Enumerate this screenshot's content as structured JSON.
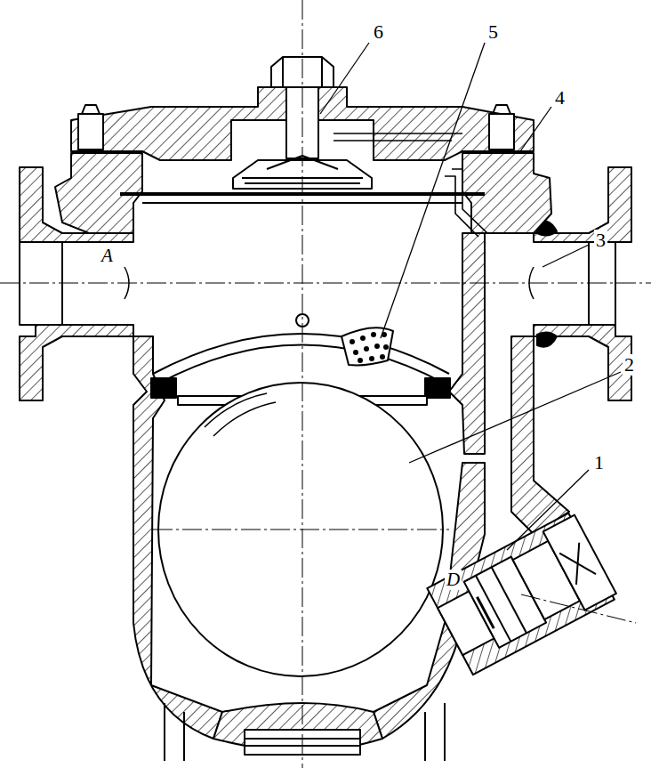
{
  "diagram": {
    "labels": [
      "6",
      "5",
      "4",
      "3",
      "2",
      "1",
      "A",
      "D"
    ]
  }
}
